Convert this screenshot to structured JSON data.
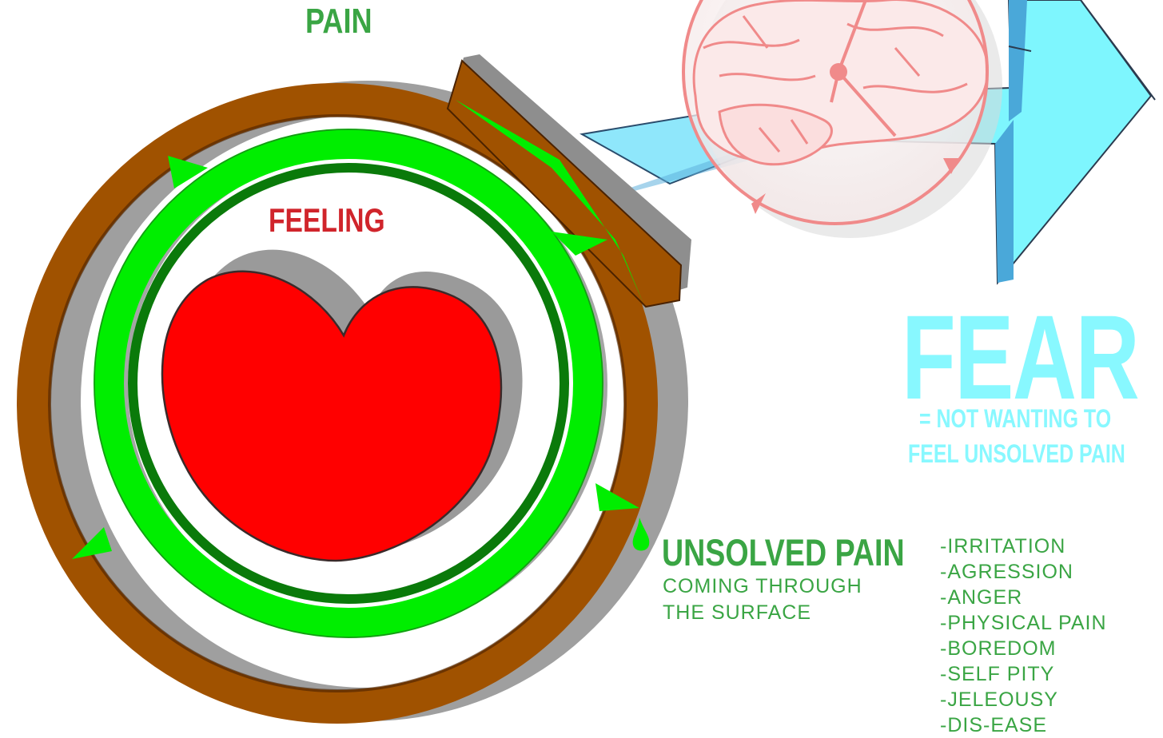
{
  "labels": {
    "pain": "PAIN",
    "feeling": "FEELING",
    "fear": "FEAR",
    "fear_definition_line1": "= NOT WANTING TO",
    "fear_definition_line2": "FEEL UNSOLVED PAIN",
    "unsolved_pain": "UNSOLVED PAIN",
    "unsolved_sub_line1": "COMING THROUGH",
    "unsolved_sub_line2": "THE SURFACE"
  },
  "symptoms": [
    "-IRRITATION",
    "-AGRESSION",
    "-ANGER",
    "-PHYSICAL PAIN",
    "-BOREDOM",
    "-SELF PITY",
    "-JELEOUSY",
    "-DIS-EASE"
  ],
  "colors": {
    "pain_ring": "#a05200",
    "unsolved_ring": "#00ee00",
    "heart": "#ff0000",
    "arrow": "#7ef4ff",
    "brain": "#f07a7a",
    "text_green": "#3aa544",
    "text_red": "#d0242b",
    "text_cyan": "#88f8ff"
  },
  "icons": [
    "heart-icon",
    "brain-icon",
    "arrow-icon",
    "drop-icon"
  ]
}
